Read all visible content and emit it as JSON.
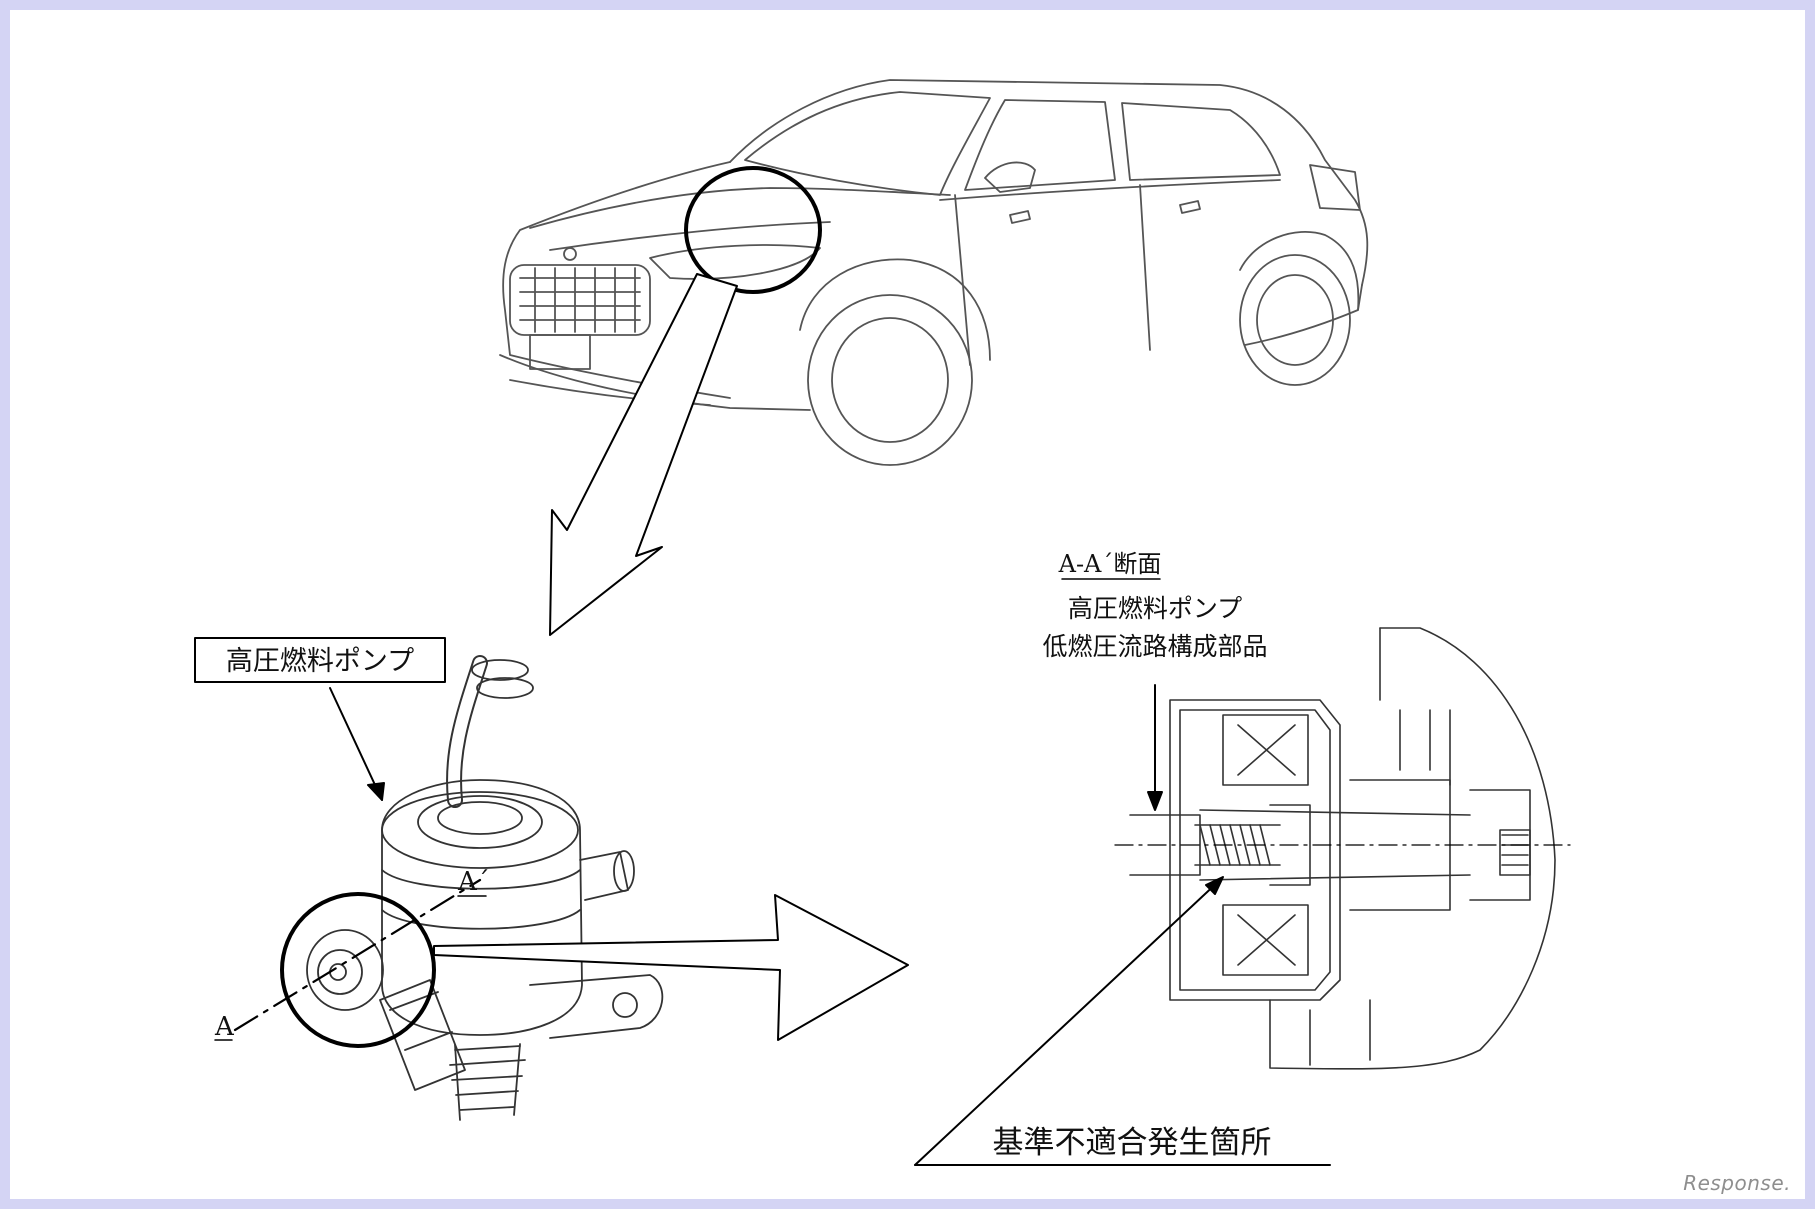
{
  "labels": {
    "pump_callout": "高圧燃料ポンプ",
    "section_title": "A-A´断面",
    "section_caption_line1": "高圧燃料ポンプ",
    "section_caption_line2": "低燃圧流路構成部品",
    "section_point_a": "A",
    "section_point_a_prime": "A´",
    "defect_location": "基準不適合発生箇所"
  },
  "watermark": "Response."
}
